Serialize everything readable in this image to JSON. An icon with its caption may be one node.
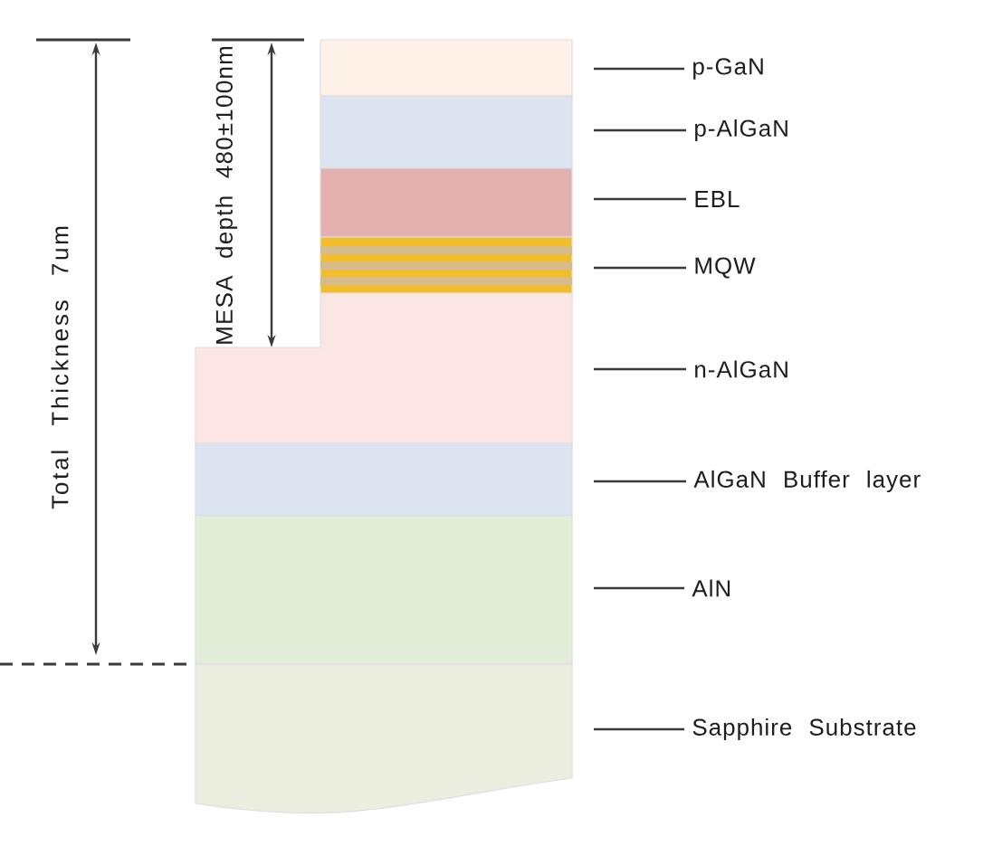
{
  "diagram": {
    "nodes": [
      {
        "text": [],
        "shape": "box"
      },
      {
        "text": [],
        "shape": "box"
      },
      {
        "text": [],
        "shape": "box"
      },
      {
        "text": [],
        "shape": "box"
      },
      {
        "text": [],
        "shape": "box"
      },
      {
        "text": [],
        "shape": "box"
      },
      {
        "text": [],
        "shape": "box"
      },
      {
        "text": [],
        "shape": "box"
      },
      {
        "text": [
          "p-GaN"
        ]
      },
      {
        "text": [
          "p-AlGaN"
        ]
      },
      {
        "text": [
          "EBL"
        ]
      },
      {
        "text": [
          "MQW"
        ]
      },
      {
        "text": [
          "n-AlGaN"
        ]
      },
      {
        "text": [
          "AlGaN Buffer layer"
        ]
      },
      {
        "text": [
          "AlN"
        ]
      },
      {
        "text": [
          "Sapphire Substrate"
        ]
      }
    ],
    "edges": [
      {
        "from": 8,
        "to": 0,
        "arrow": "none"
      },
      {
        "from": 9,
        "to": 1,
        "arrow": "none"
      },
      {
        "from": 10,
        "to": 2,
        "arrow": "none"
      },
      {
        "from": 11,
        "to": 3,
        "arrow": "none"
      },
      {
        "from": 12,
        "to": 4,
        "arrow": "none"
      },
      {
        "from": 13,
        "to": 5,
        "arrow": "none"
      },
      {
        "from": 14,
        "to": 6,
        "arrow": "none"
      },
      {
        "from": 15,
        "to": 7,
        "arrow": "none"
      }
    ],
    "labels": [
      "Total Thickness 7um",
      "MESA depth 480±100nm"
    ]
  }
}
